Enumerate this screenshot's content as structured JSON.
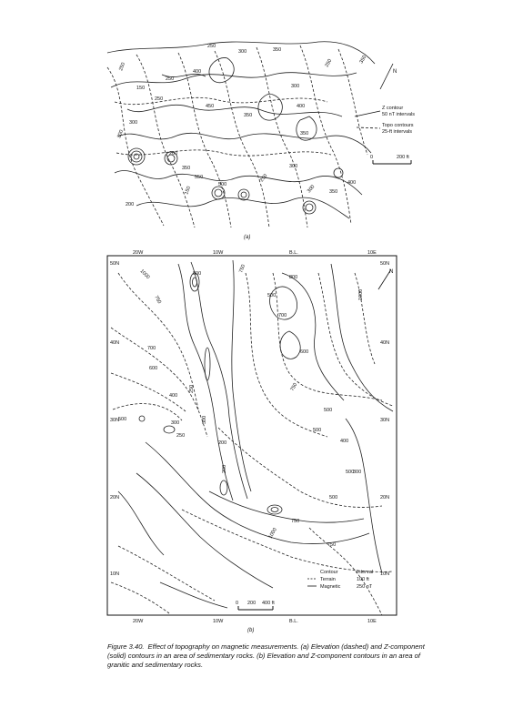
{
  "figure_a": {
    "panel_label": "(a)",
    "contour_labels": [
      "250",
      "300",
      "350",
      "300",
      "250",
      "400",
      "450",
      "350",
      "400",
      "350",
      "200",
      "350",
      "550",
      "500",
      "250",
      "300",
      "300",
      "350",
      "400",
      "350",
      "300",
      "300",
      "250",
      "250",
      "200",
      "150",
      "250",
      "150"
    ],
    "legend": {
      "line1": "Z contour",
      "line2": "50 nT intervals",
      "line3": "Topo contours",
      "line4": "25-ft intervals",
      "scale_zero": "0",
      "scale_end": "200 ft",
      "north": "N"
    }
  },
  "figure_b": {
    "panel_label": "(b)",
    "top_labels": [
      "20W",
      "10W",
      "B.L.",
      "10E"
    ],
    "bottom_labels": [
      "20W",
      "10W",
      "B.L.",
      "10E"
    ],
    "left_labels": [
      "50N",
      "40N",
      "30N",
      "20N",
      "10N"
    ],
    "right_labels": [
      "50N",
      "40N",
      "30N",
      "20N",
      "10N"
    ],
    "contour_labels": [
      "1000",
      "800",
      "750",
      "700",
      "600",
      "500",
      "400",
      "300",
      "250",
      "200",
      "750",
      "500",
      "800",
      "700",
      "600",
      "500",
      "400",
      "300",
      "1000",
      "750",
      "500",
      "500",
      "750",
      "1000",
      "750",
      "500",
      "300",
      "250",
      "200"
    ],
    "legend": {
      "header_left": "Contour",
      "header_right": "Interval",
      "row1_name": "Terrain",
      "row1_value": "100 ft",
      "row2_name": "Magnetic",
      "row2_value": "250 nT"
    },
    "scale": {
      "zero": "0",
      "mid": "200",
      "end": "400 ft"
    },
    "north": "N"
  },
  "caption": {
    "label": "Figure 3.40.",
    "text": "Effect of topography on magnetic measurements. (a) Elevation (dashed) and Z-component (solid) contours in an area of sedimentary rocks. (b) Elevation and Z-component contours in an area of granitic and sedimentary rocks."
  }
}
